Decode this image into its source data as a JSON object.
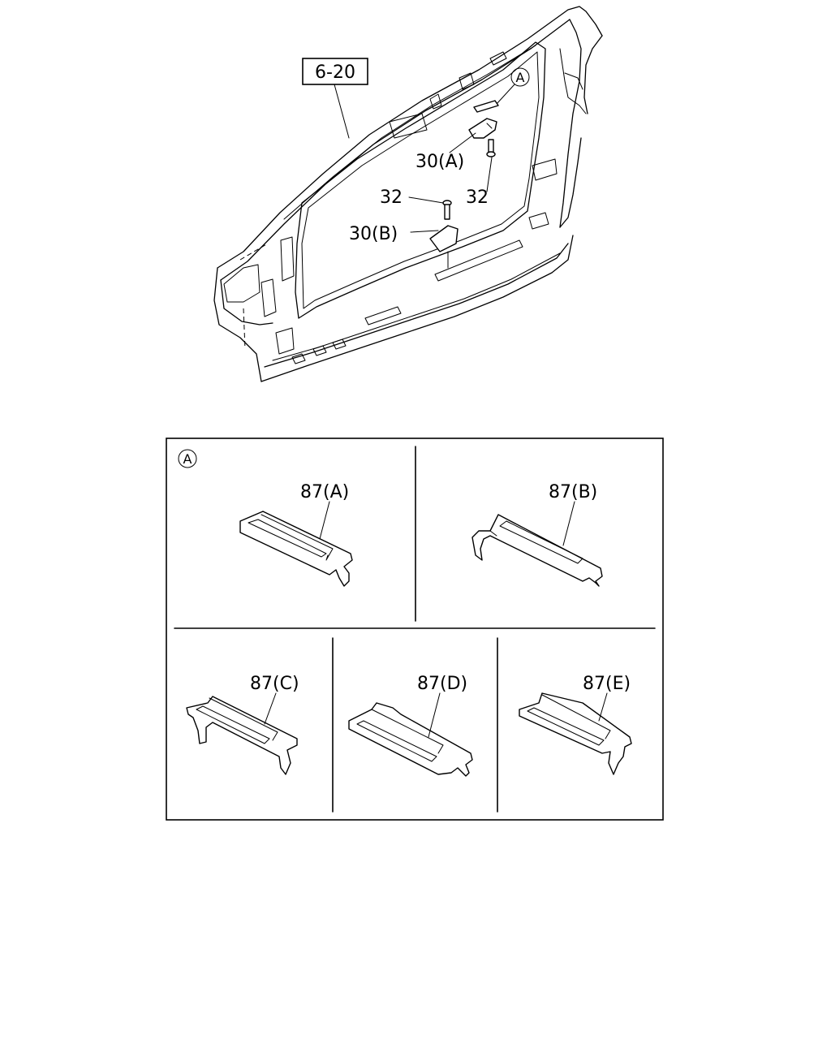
{
  "reference": {
    "box_label": "6-20"
  },
  "callout": {
    "letter": "A"
  },
  "top_labels": {
    "bracket_a": "30(A)",
    "bracket_b": "30(B)",
    "bolt_left": "32",
    "bolt_right": "32"
  },
  "detail": {
    "letter": "A",
    "parts": [
      {
        "label": "87(A)"
      },
      {
        "label": "87(B)"
      },
      {
        "label": "87(C)"
      },
      {
        "label": "87(D)"
      },
      {
        "label": "87(E)"
      }
    ]
  }
}
